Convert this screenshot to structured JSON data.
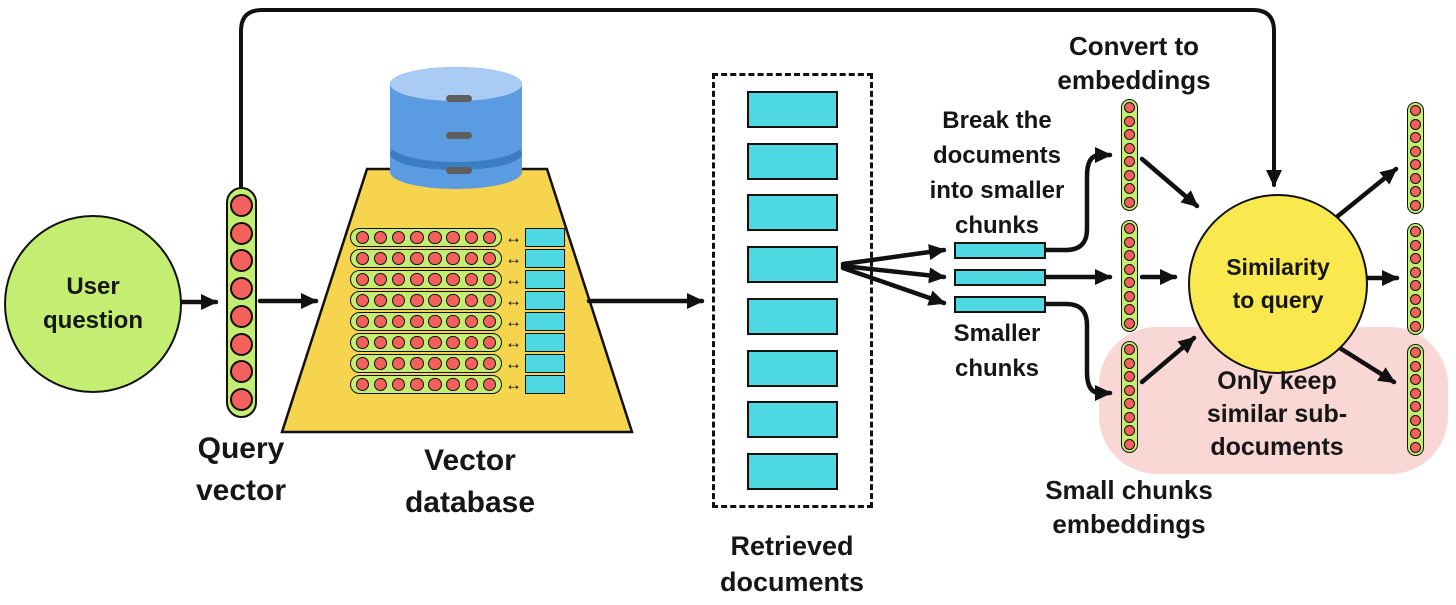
{
  "labels": {
    "user_question": "User\nquestion",
    "query_vector": "Query\nvector",
    "vector_database": "Vector\ndatabase",
    "retrieved_documents": "Retrieved\ndocuments",
    "break_documents": "Break the\ndocuments\ninto smaller\nchunks",
    "smaller_chunks": "Smaller\nchunks",
    "convert_to_embeddings": "Convert to\nembeddings",
    "similarity_to_query": "Similarity\nto query",
    "only_keep_similar": "Only keep\nsimilar sub-\ndocuments",
    "small_chunks_embeddings": "Small chunks\nembeddings"
  },
  "glyphs": {
    "bidirectional_arrow": "↔"
  },
  "counts": {
    "query_vector_dots": 8,
    "db_rows": 8,
    "db_row_dots": 8,
    "retrieved_documents": 8,
    "small_chunks": 3,
    "chunk_embedding_capsules": 3,
    "chunk_capsule_dots": 8,
    "output_capsules": 3,
    "output_capsule_dots": 8
  },
  "colors": {
    "green": "#c3ee71",
    "red_dot": "#f4605c",
    "cyan": "#4ed8e1",
    "trapezoid_yellow": "#f6d44d",
    "circle_yellow": "#fae84f",
    "pink": "#f9d7d4",
    "db_body_blue": "#5b9be2",
    "db_band_blue": "#3a7dc0",
    "db_top_blue": "#a9cbf4",
    "db_dash_gray": "#5f5f5f",
    "outline": "#111111"
  }
}
